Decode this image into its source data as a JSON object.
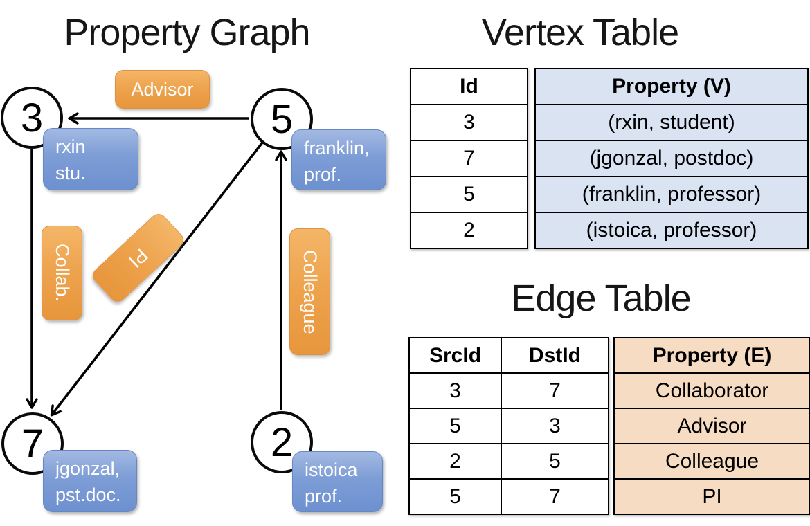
{
  "colors": {
    "edge_label_orange": "#eda24c",
    "vertex_prop_blue": "#7d9dd6",
    "vertex_cell_blue": "#dae3f2",
    "edge_cell_peach": "#f5dcc2",
    "line_black": "#000000"
  },
  "graph": {
    "title": "Property Graph",
    "nodes": [
      {
        "id": "3"
      },
      {
        "id": "5"
      },
      {
        "id": "7"
      },
      {
        "id": "2"
      }
    ],
    "edge_labels": {
      "advisor": "Advisor",
      "collab": "Collab.",
      "pi": "PI",
      "colleague": "Colleague"
    },
    "vertex_properties": {
      "v3": {
        "line1": "rxin",
        "line2": "stu."
      },
      "v5": {
        "line1": "franklin,",
        "line2": "prof."
      },
      "v7": {
        "line1": "jgonzal,",
        "line2": "pst.doc."
      },
      "v2": {
        "line1": "istoica",
        "line2": "prof."
      }
    }
  },
  "vertex_table": {
    "title": "Vertex Table",
    "headers": [
      "Id",
      "Property (V)"
    ],
    "rows": [
      [
        "3",
        "(rxin, student)"
      ],
      [
        "7",
        "(jgonzal, postdoc)"
      ],
      [
        "5",
        "(franklin, professor)"
      ],
      [
        "2",
        "(istoica, professor)"
      ]
    ]
  },
  "edge_table": {
    "title": "Edge Table",
    "headers": [
      "SrcId",
      "DstId",
      "Property (E)"
    ],
    "rows": [
      [
        "3",
        "7",
        "Collaborator"
      ],
      [
        "5",
        "3",
        "Advisor"
      ],
      [
        "2",
        "5",
        "Colleague"
      ],
      [
        "5",
        "7",
        "PI"
      ]
    ]
  }
}
